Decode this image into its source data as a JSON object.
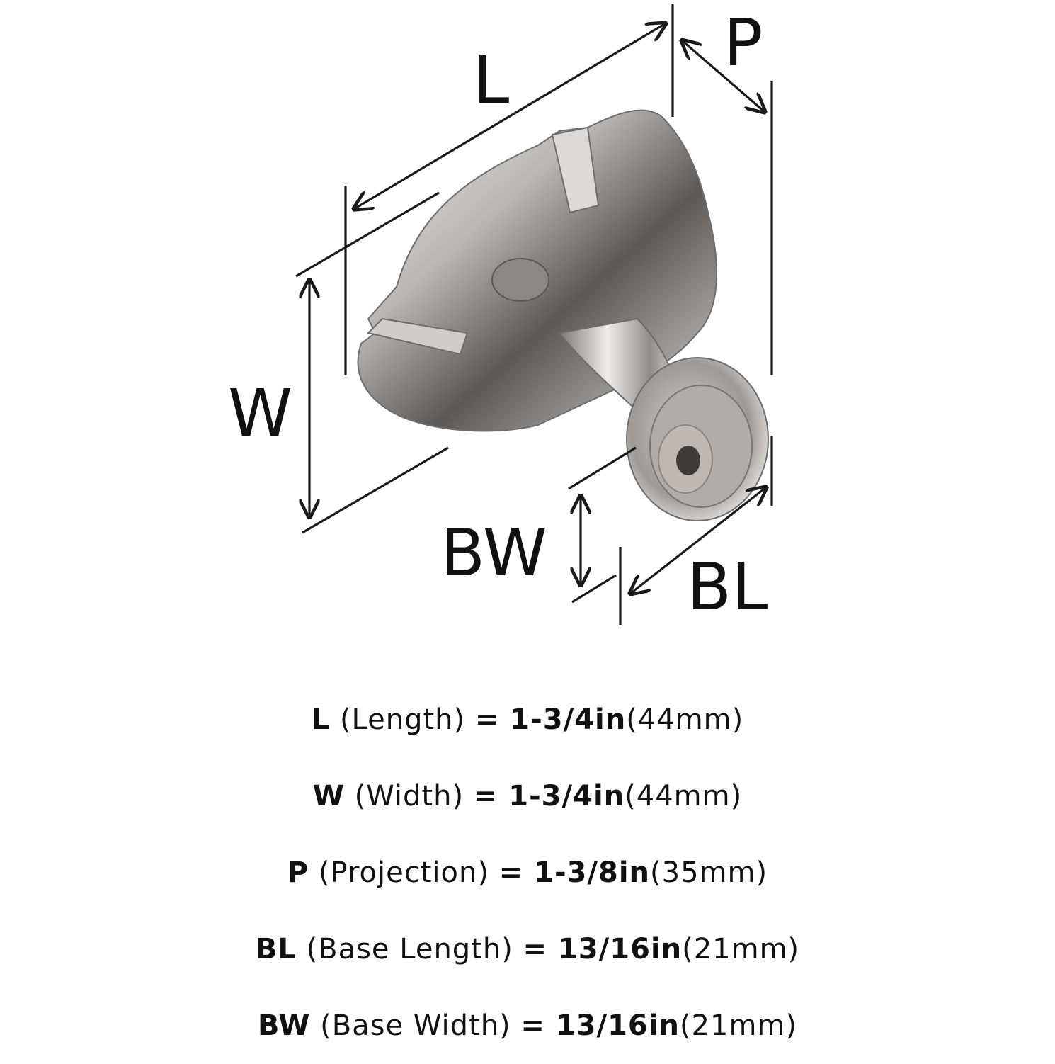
{
  "diagram": {
    "labels": {
      "L": "L",
      "P": "P",
      "W": "W",
      "BW": "BW",
      "BL": "BL"
    },
    "colors": {
      "line": "#1a1a1a",
      "metal_light": "#e8e6e4",
      "metal_mid": "#a9a6a3",
      "metal_dark": "#4a4745",
      "insert": "#bdb8b3"
    }
  },
  "specs": [
    {
      "key": "L",
      "desc": " (Length) ",
      "eq": "= ",
      "imperial": "1-3/4in",
      "metric": "(44mm)"
    },
    {
      "key": "W",
      "desc": " (Width) ",
      "eq": "= ",
      "imperial": "1-3/4in",
      "metric": "(44mm)"
    },
    {
      "key": "P",
      "desc": " (Projection) ",
      "eq": "= ",
      "imperial": "1-3/8in",
      "metric": "(35mm)"
    },
    {
      "key": "BL",
      "desc": " (Base Length) ",
      "eq": "= ",
      "imperial": "13/16in",
      "metric": "(21mm)"
    },
    {
      "key": "BW",
      "desc": " (Base Width) ",
      "eq": "= ",
      "imperial": "13/16in",
      "metric": "(21mm)"
    }
  ]
}
